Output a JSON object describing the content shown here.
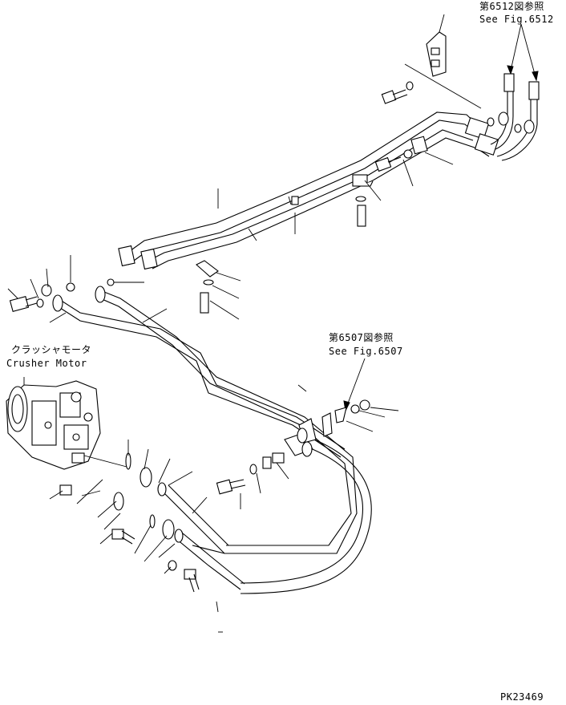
{
  "references": [
    {
      "jp": "第6512図参照",
      "en": "See Fig.6512"
    },
    {
      "jp": "第6507図参照",
      "en": "See Fig.6507"
    }
  ],
  "component": {
    "jp": "クラッシャモータ",
    "en": "Crusher Motor"
  },
  "drawing_code": "PK23469"
}
